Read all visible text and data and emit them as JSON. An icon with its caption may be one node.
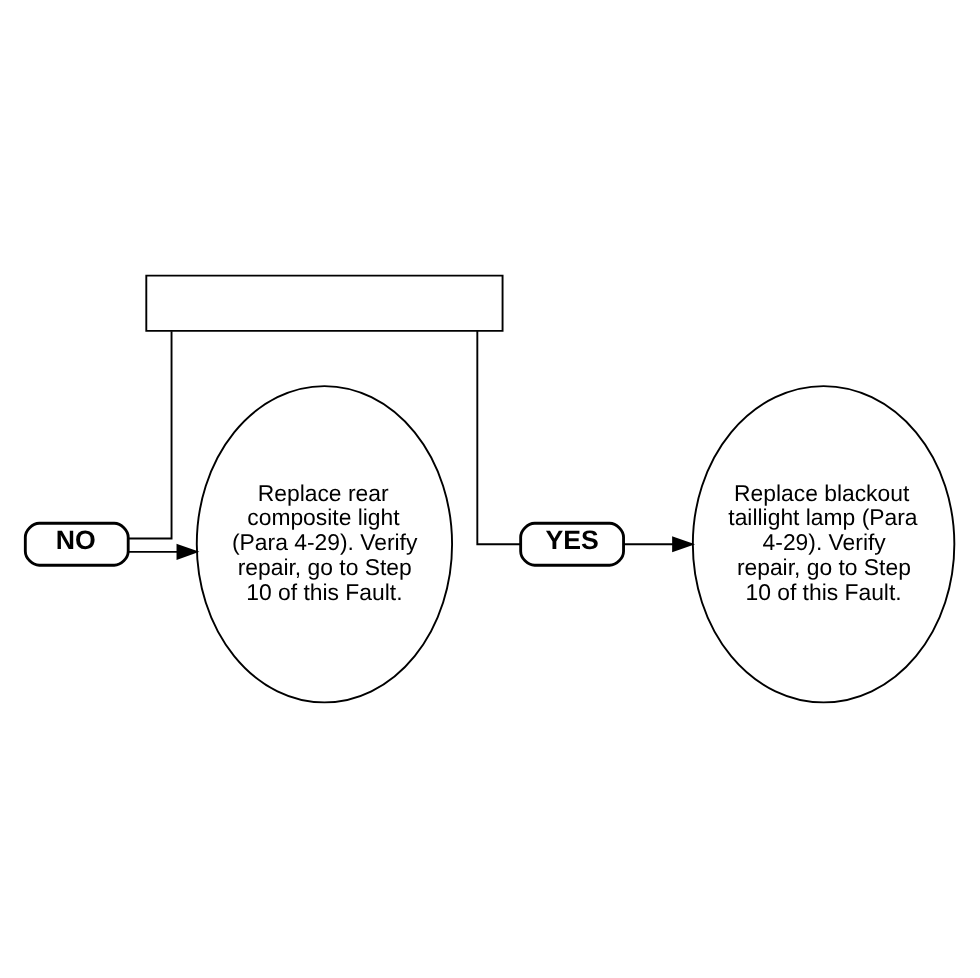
{
  "diagram": {
    "nodes": [
      {
        "text": [],
        "shape": "box"
      },
      {
        "text": [
          "NO"
        ]
      },
      {
        "text": [
          "Replace rear composite light (Para 4-29). Verify repair, go to Step 10 of this Fault."
        ]
      },
      {
        "text": [
          "YES"
        ]
      },
      {
        "text": [
          "Replace blackout taillight lamp (Para 4-29). Verify repair, go to Step 10 of this Fault."
        ]
      }
    ],
    "edges": [
      {
        "from": 0,
        "to": 1,
        "arrow": "none"
      },
      {
        "from": 1,
        "to": 2,
        "arrow": "to"
      },
      {
        "from": 0,
        "to": 3,
        "arrow": "none"
      },
      {
        "from": 3,
        "to": 4,
        "arrow": "to"
      }
    ]
  }
}
